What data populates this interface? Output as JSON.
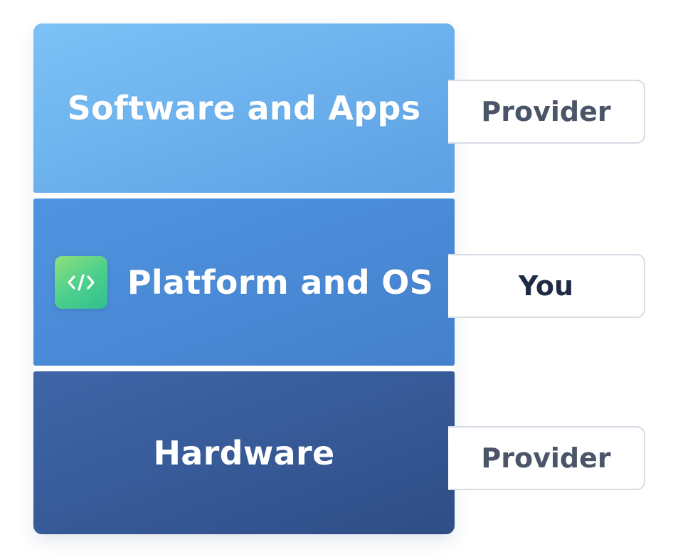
{
  "layers": [
    {
      "label": "Software and Apps",
      "owner": "Provider"
    },
    {
      "label": "Platform and OS",
      "owner": "You",
      "icon": "code-brackets-icon"
    },
    {
      "label": "Hardware",
      "owner": "Provider"
    }
  ],
  "colors": {
    "software_layer": "#6db3ee",
    "platform_layer": "#4a8ad6",
    "hardware_layer": "#375a98",
    "icon_green": "#4fd08c",
    "provider_text": "#4a5568",
    "you_text": "#1f2a44"
  }
}
